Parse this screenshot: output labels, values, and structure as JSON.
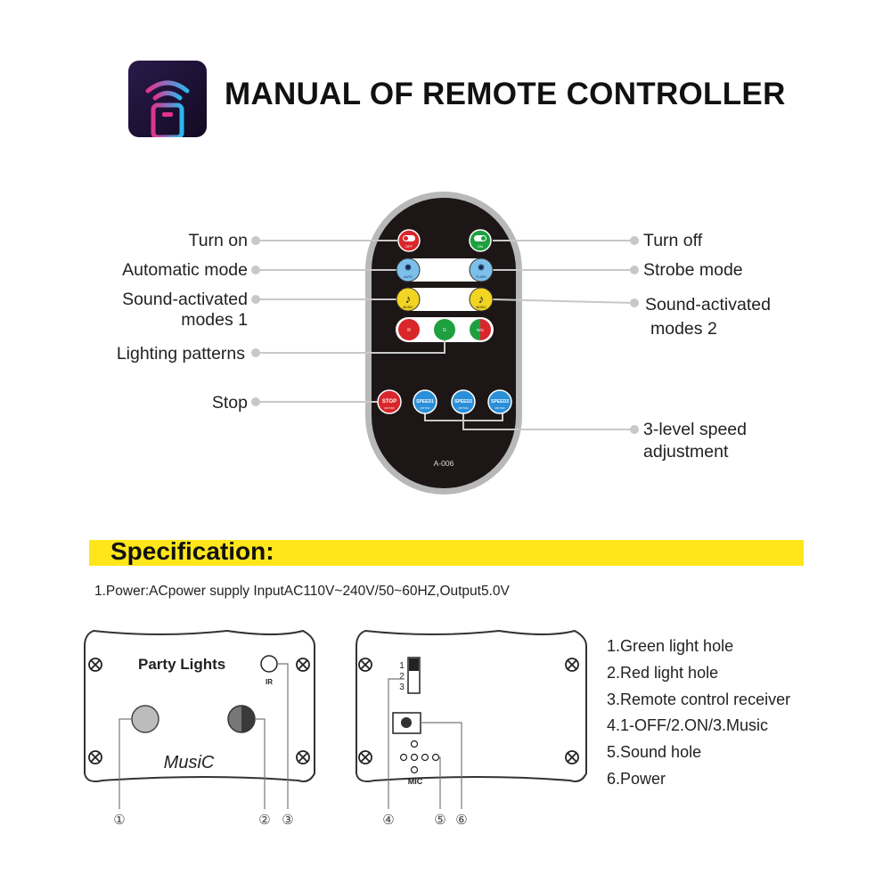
{
  "header": {
    "title": "MANUAL OF REMOTE CONTROLLER",
    "app_icon": "remote-wifi-icon",
    "icon_colors": {
      "bg": "#1a1030",
      "arc_pink": "#e0338f",
      "arc_blue": "#2bb8f0"
    }
  },
  "remote": {
    "model": "A-006",
    "buttons": {
      "off": {
        "glyph": "OFF",
        "color": "#d9262b"
      },
      "on": {
        "glyph": "ON",
        "color": "#1fa040"
      },
      "auto": {
        "glyph": "AUTO",
        "color": "#7cc0ea"
      },
      "flash": {
        "glyph": "FLASH",
        "color": "#7cc0ea"
      },
      "music1": {
        "glyph": "MUSIC",
        "color": "#f2d422"
      },
      "music2": {
        "glyph": "MUSIC",
        "color": "#f2d422"
      },
      "red": {
        "glyph": "R",
        "color": "#d9262b"
      },
      "green": {
        "glyph": "G",
        "color": "#1fa040"
      },
      "rg": {
        "glyph": "R/G",
        "color": "#d9262b"
      },
      "stop": {
        "glyph": "STOP",
        "sub": "MOTOR",
        "color": "#d9262b"
      },
      "speed1": {
        "glyph": "SPEED1",
        "sub": "MOTOR",
        "color": "#2a8fd8"
      },
      "speed2": {
        "glyph": "SPEED2",
        "sub": "MOTOR",
        "color": "#2a8fd8"
      },
      "speed3": {
        "glyph": "SPEED3",
        "sub": "MOTOR",
        "color": "#2a8fd8"
      }
    }
  },
  "labels": {
    "turn_on": "Turn on",
    "turn_off": "Turn off",
    "automatic_mode": "Automatic mode",
    "strobe_mode": "Strobe mode",
    "sound1_line1": "Sound-activated",
    "sound1_line2": "modes 1",
    "sound2_line1": "Sound-activated",
    "sound2_line2": "modes 2",
    "lighting_patterns": "Lighting patterns",
    "stop": "Stop",
    "speed_line1": "3-level speed",
    "speed_line2": "adjustment"
  },
  "specification": {
    "heading": "Specification:",
    "power": "1.Power:ACpower supply InputAC110V~240V/50~60HZ,Output5.0V",
    "accent_color": "#ffe61a"
  },
  "front_panel": {
    "brand": "Party Lights",
    "ir": "IR",
    "logo_text": "MusiC",
    "markers": [
      "①",
      "②",
      "③"
    ]
  },
  "back_panel": {
    "switch_positions": [
      "1",
      "2",
      "3"
    ],
    "mic": "MIC",
    "markers": [
      "④",
      "⑤",
      "⑥"
    ]
  },
  "legend": [
    "1.Green light hole",
    "2.Red light hole",
    "3.Remote control receiver",
    "4.1-OFF/2.ON/3.Music",
    "5.Sound hole",
    "6.Power"
  ]
}
